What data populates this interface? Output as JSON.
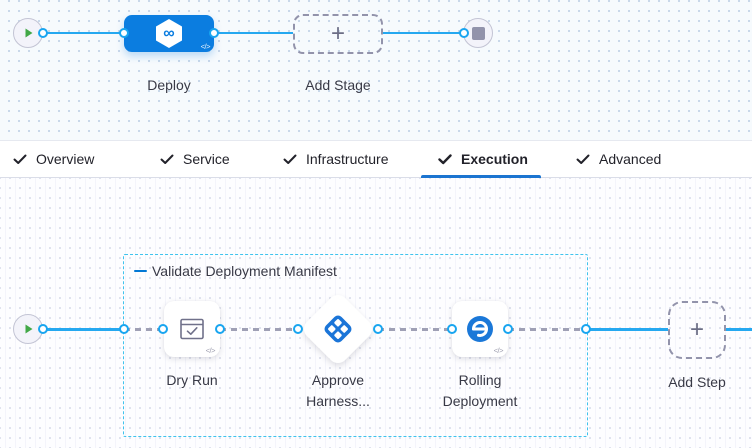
{
  "stage_pipeline": {
    "stage": {
      "label": "Deploy",
      "icon": "harness-cd-icon",
      "badge": "</>"
    },
    "add_stage": {
      "label": "Add Stage",
      "plus": "+"
    },
    "start_node": "play",
    "end_node": "stop"
  },
  "tabs": {
    "items": [
      {
        "label": "Overview",
        "checked": true,
        "active": false
      },
      {
        "label": "Service",
        "checked": true,
        "active": false
      },
      {
        "label": "Infrastructure",
        "checked": true,
        "active": false
      },
      {
        "label": "Execution",
        "checked": true,
        "active": true
      },
      {
        "label": "Advanced",
        "checked": true,
        "active": false
      }
    ]
  },
  "execution": {
    "step_group": {
      "label": "Validate Deployment Manifest"
    },
    "steps": [
      {
        "label": "Dry Run",
        "icon": "dry-run-window-check-icon",
        "shape": "card",
        "badge": "</>"
      },
      {
        "label": "Approve Harness...",
        "icon": "harness-approval-icon",
        "shape": "diamond"
      },
      {
        "label": "Rolling Deployment",
        "icon": "rolling-deployment-icon",
        "shape": "card",
        "badge": "</>"
      }
    ],
    "add_step": {
      "label": "Add Step",
      "plus": "+"
    }
  },
  "glyphs": {
    "infinity": "∞",
    "plus": "+",
    "code": "</>",
    "rolling_letter": "e"
  },
  "colors": {
    "stage_blue": "#0b7de0",
    "connector_blue": "#25a8f0",
    "group_border_cyan": "#3fc3ed",
    "dashed_gray": "#9fa0b5",
    "tab_underline_blue": "#1b74d0",
    "play_green": "#42a847",
    "stop_gray": "#9293ab"
  }
}
